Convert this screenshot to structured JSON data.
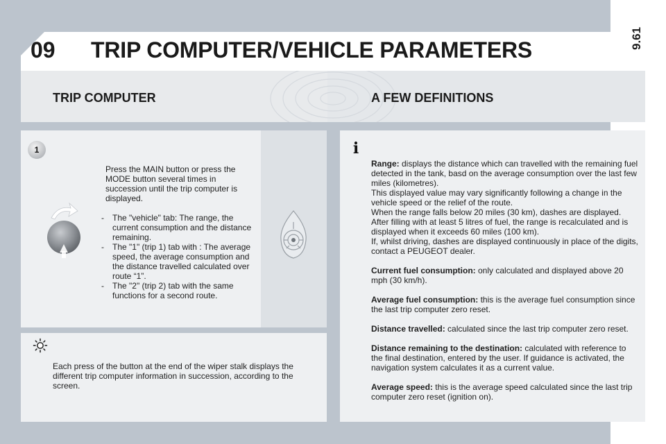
{
  "header": {
    "chapter": "09",
    "title": "TRIP COMPUTER/VEHICLE PARAMETERS",
    "page_number": "9.61"
  },
  "left": {
    "section_title": "TRIP COMPUTER",
    "step": "1",
    "intro": "Press the MAIN button or press the MODE button several times in succession until the trip computer is displayed.",
    "bullets": [
      {
        "dash": "-",
        "text": "The \"vehicle\" tab: The range, the current consumption and the distance remaining."
      },
      {
        "dash": "-",
        "text": "The \"1\" (trip 1) tab with : The average speed, the average consumption and the distance travelled calculated over route “1”."
      },
      {
        "dash": "-",
        "text": "The \"2\" (trip 2) tab with the same functions for a second route."
      }
    ],
    "tip": "Each press of the button at the end of the wiper stalk displays the different trip computer information in succession, according to the screen."
  },
  "right": {
    "section_title": "A FEW DEFINITIONS",
    "info_symbol": "i",
    "definitions": [
      {
        "term": "Range:",
        "lines": [
          " displays the distance which can travelled with the remaining fuel detected in the tank, basd on the average consumption over the last few miles (kilometres).",
          "This displayed value may vary significantly following a change in the vehicle speed or the relief of the route.",
          "When the range falls below 20 miles (30 km), dashes are displayed. After filling with at least 5 litres of fuel, the range is recalculated and is displayed when it exceeds 60 miles (100 km).",
          "If, whilst driving, dashes are displayed continuously in place of the digits, contact a PEUGEOT dealer."
        ]
      },
      {
        "term": "Current fuel consumption:",
        "lines": [
          " only calculated and displayed above 20 mph (30 km/h)."
        ]
      },
      {
        "term": "Average fuel consumption:",
        "lines": [
          " this is the average fuel consumption since the last trip computer zero reset."
        ]
      },
      {
        "term": "Distance travelled:",
        "lines": [
          " calculated since the last trip computer zero reset."
        ]
      },
      {
        "term": "Distance remaining to the destination:",
        "lines": [
          " calculated with reference to the final destination, entered by the user. If guidance is activated, the navigation system calculates it as a current value."
        ]
      },
      {
        "term": "Average speed:",
        "lines": [
          " this is the average speed calculated since the last trip computer zero reset (ignition on)."
        ]
      }
    ]
  },
  "icons": {
    "knob": "rotary-knob-icon",
    "stalk": "wiper-stalk-end-icon",
    "tip": "sun-tip-icon"
  }
}
